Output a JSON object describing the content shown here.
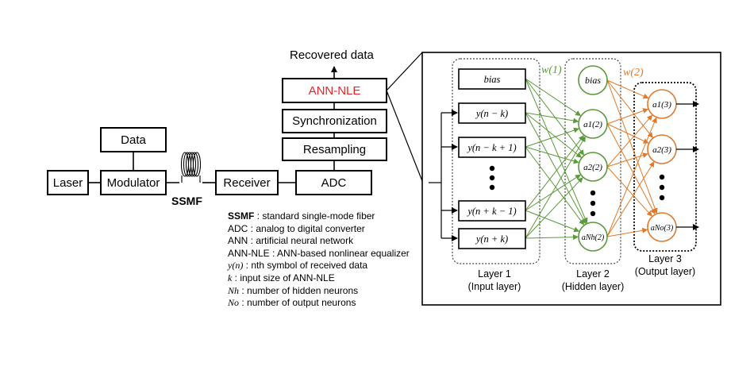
{
  "blocks": {
    "data": "Data",
    "laser": "Laser",
    "modulator": "Modulator",
    "receiver": "Receiver",
    "adc": "ADC",
    "resampling": "Resampling",
    "synchronization": "Synchronization",
    "ann_nle": "ANN-NLE"
  },
  "ssmf_label": "SSMF",
  "recovered_label": "Recovered data",
  "legend": [
    {
      "term": "SSMF",
      "desc": " : standard single-mode fiber"
    },
    {
      "term": "ADC",
      "desc": " : analog to digital converter"
    },
    {
      "term": "ANN",
      "desc": " : artificial neural network"
    },
    {
      "term": "ANN-NLE",
      "desc": " : ANN-based nonlinear equalizer"
    },
    {
      "term": "y(n)",
      "desc": " : nth symbol of received data"
    },
    {
      "term": "k",
      "desc": " : input size of ANN-NLE"
    },
    {
      "term": "Nh",
      "desc": " : number of hidden neurons"
    },
    {
      "term": "No",
      "desc": " : number of output neurons"
    }
  ],
  "network": {
    "inputs": [
      "bias",
      "y(n − k)",
      "y(n − k + 1)",
      "y(n + k − 1)",
      "y(n + k)"
    ],
    "hidden": [
      "bias",
      "a1(2)",
      "a2(2)",
      "aNh(2)"
    ],
    "outputs": [
      "a1(3)",
      "a2(3)",
      "aNo(3)"
    ],
    "weight1": "w(1)",
    "weight2": "w(2)",
    "layer1": {
      "title": "Layer 1",
      "sub": "(Input layer)"
    },
    "layer2": {
      "title": "Layer 2",
      "sub": "(Hidden layer)"
    },
    "layer3": {
      "title": "Layer 3",
      "sub": "(Output layer)"
    }
  },
  "colors": {
    "green": "#5a9a3a",
    "orange": "#e07a2a",
    "red": "#e8262a"
  }
}
